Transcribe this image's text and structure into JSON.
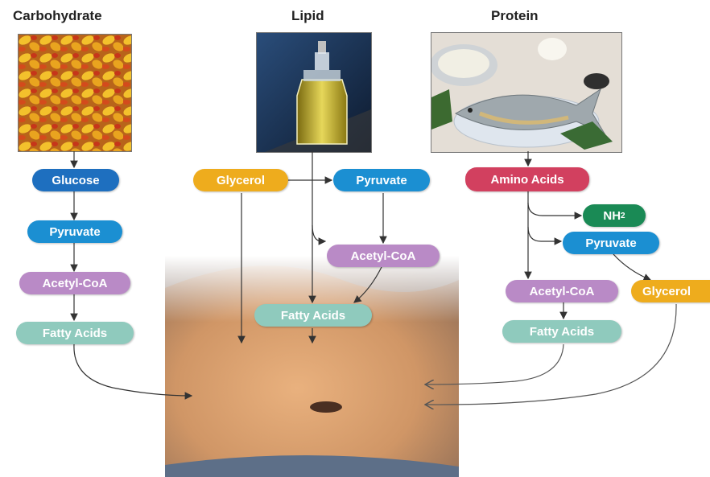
{
  "headings": {
    "carbohydrate": "Carbohydrate",
    "lipid": "Lipid",
    "protein": "Protein"
  },
  "nodes": {
    "carb_glucose": "Glucose",
    "carb_pyruvate": "Pyruvate",
    "carb_acetyl": "Acetyl-CoA",
    "carb_fatty": "Fatty Acids",
    "lipid_glycerol": "Glycerol",
    "lipid_pyruvate": "Pyruvate",
    "lipid_acetyl": "Acetyl-CoA",
    "lipid_fatty": "Fatty Acids",
    "prot_amino": "Amino Acids",
    "prot_nh2_base": "NH",
    "prot_nh2_sub": "2",
    "prot_pyruvate": "Pyruvate",
    "prot_acetyl": "Acetyl-CoA",
    "prot_fatty": "Fatty Acids",
    "prot_glycerol": "Glycerol"
  },
  "images": {
    "carbohydrate": "pasta-photo",
    "lipid": "oil-bottle-photo",
    "protein": "fish-platter-photo",
    "storage": "abdomen-photo"
  },
  "colors": {
    "glucose": "#1e6fbf",
    "pyruvate": "#1b8fd2",
    "acetyl_coa": "#b98ac6",
    "fatty_acids": "#8fcabd",
    "glycerol": "#eeac1d",
    "amino_acids": "#d2405f",
    "nh2": "#1a8a55"
  }
}
